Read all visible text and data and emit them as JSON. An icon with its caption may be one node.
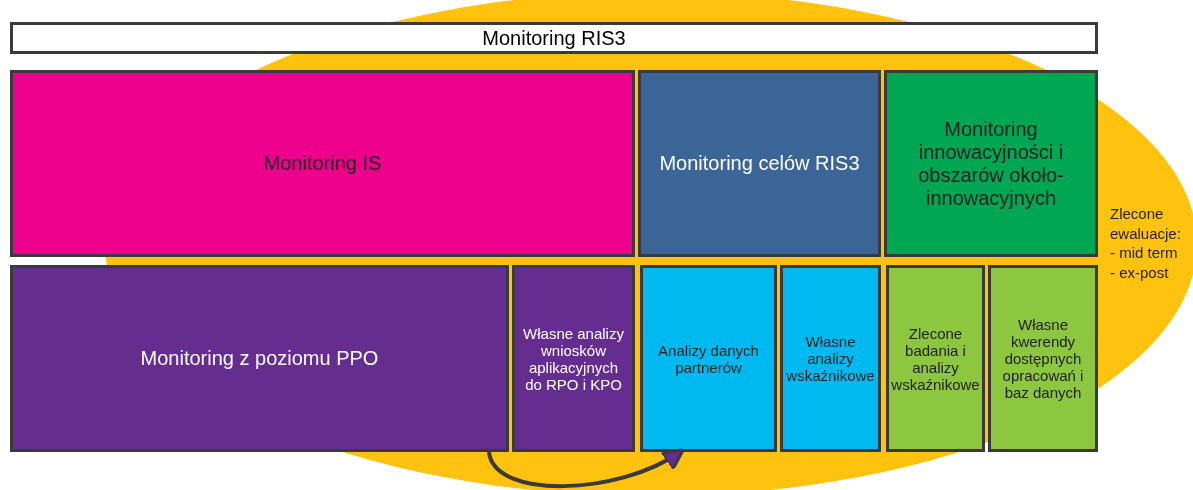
{
  "diagram": {
    "nodes": [
      {
        "text": [
          "Monitoring RIS3"
        ]
      },
      {
        "text": [
          "Monitoring IS"
        ]
      },
      {
        "text": [
          "Monitoring celów RIS3"
        ]
      },
      {
        "text": [
          "Monitoring innowacyjności i obszarów około-innowacyjnych"
        ]
      },
      {
        "text": [
          "Monitoring z poziomu PPO"
        ]
      },
      {
        "text": [
          "Własne analizy wniosków aplikacyjnych do RPO i KPO"
        ]
      },
      {
        "text": [
          "Analizy danych partnerów"
        ]
      },
      {
        "text": [
          "Własne analizy wskaźnikowe"
        ]
      },
      {
        "text": [
          "Zlecone badania i analizy wskaźnikowe"
        ]
      },
      {
        "text": [
          "Własne kwerendy dostępnych opracowań i baz danych"
        ]
      }
    ],
    "labels": [
      "Zlecone ewaluacje: - mid term - ex-post"
    ],
    "edges": [
      {
        "from": 4,
        "to": 6,
        "arrow": "to"
      }
    ]
  }
}
